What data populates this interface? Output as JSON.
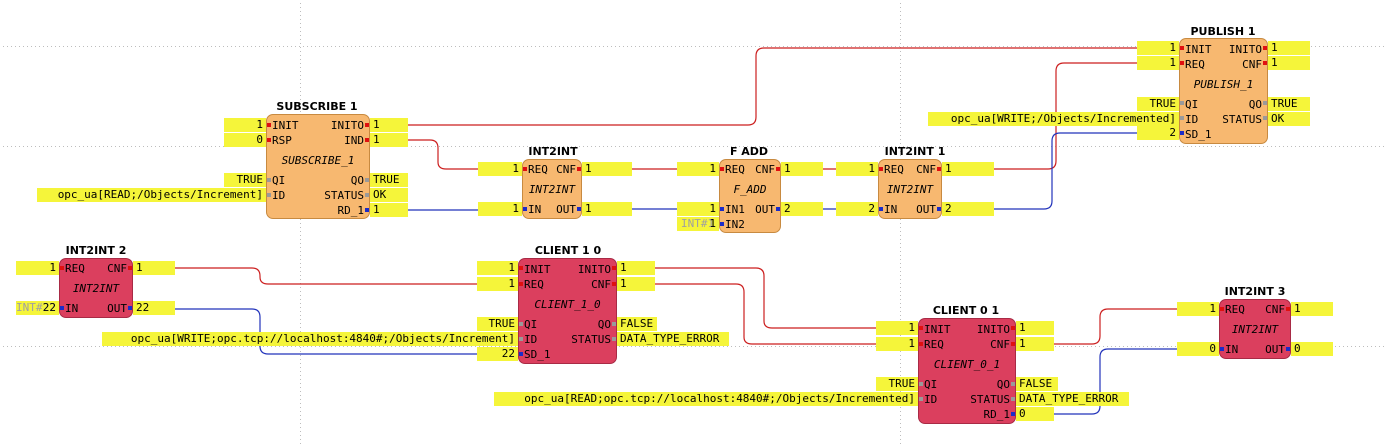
{
  "blocks": {
    "publish1": {
      "title": "PUBLISH 1",
      "type": "PUBLISH_1",
      "pins": {
        "init": "INIT",
        "inito": "INITO",
        "req": "REQ",
        "cnf": "CNF",
        "qi": "QI",
        "qo": "QO",
        "id": "ID",
        "status": "STATUS",
        "sd1": "SD_1"
      },
      "values": {
        "init_in": "1",
        "req_in": "1",
        "inito_out": "1",
        "cnf_out": "1",
        "qi_in": "TRUE",
        "id_in": "opc_ua[WRITE;/Objects/Incremented]",
        "sd1_in": "2",
        "qo_out": "TRUE",
        "status_out": "OK"
      }
    },
    "subscribe1": {
      "title": "SUBSCRIBE 1",
      "type": "SUBSCRIBE_1",
      "pins": {
        "init": "INIT",
        "inito": "INITO",
        "rsp": "RSP",
        "ind": "IND",
        "qi": "QI",
        "qo": "QO",
        "id": "ID",
        "status": "STATUS",
        "rd1": "RD_1"
      },
      "values": {
        "init_in": "1",
        "rsp_in": "0",
        "inito_out": "1",
        "ind_out": "1",
        "qi_in": "TRUE",
        "id_in": "opc_ua[READ;/Objects/Increment]",
        "qo_out": "TRUE",
        "status_out": "OK",
        "rd1_out": "1"
      }
    },
    "int2int_a": {
      "title": "INT2INT",
      "type": "INT2INT",
      "pins": {
        "req": "REQ",
        "cnf": "CNF",
        "in": "IN",
        "out": "OUT"
      },
      "values": {
        "req_in": "1",
        "in_in": "1",
        "cnf_out": "1",
        "out_out": "1"
      }
    },
    "fadd": {
      "title": "F ADD",
      "type": "F_ADD",
      "pins": {
        "req": "REQ",
        "cnf": "CNF",
        "in1": "IN1",
        "in2": "IN2",
        "out": "OUT"
      },
      "values": {
        "req_in": "1",
        "in1_in": "1",
        "in2_in": "1",
        "in2_ghost": "INT#1",
        "cnf_out": "1",
        "out_out": "2"
      }
    },
    "int2int1": {
      "title": "INT2INT 1",
      "type": "INT2INT",
      "pins": {
        "req": "REQ",
        "cnf": "CNF",
        "in": "IN",
        "out": "OUT"
      },
      "values": {
        "req_in": "1",
        "in_in": "2",
        "cnf_out": "1",
        "out_out": "2"
      }
    },
    "int2int2": {
      "title": "INT2INT 2",
      "type": "INT2INT",
      "pins": {
        "req": "REQ",
        "cnf": "CNF",
        "in": "IN",
        "out": "OUT"
      },
      "values": {
        "req_in": "1",
        "in_in": "22",
        "in_ghost": "INT#22",
        "cnf_out": "1",
        "out_out": "22"
      }
    },
    "client10": {
      "title": "CLIENT 1 0",
      "type": "CLIENT_1_0",
      "pins": {
        "init": "INIT",
        "inito": "INITO",
        "req": "REQ",
        "cnf": "CNF",
        "qi": "QI",
        "qo": "QO",
        "id": "ID",
        "status": "STATUS",
        "sd1": "SD_1"
      },
      "values": {
        "init_in": "1",
        "req_in": "1",
        "inito_out": "1",
        "cnf_out": "1",
        "qi_in": "TRUE",
        "id_in": "opc_ua[WRITE;opc.tcp://localhost:4840#;/Objects/Increment]",
        "sd1_in": "22",
        "qo_out": "FALSE",
        "status_out": "DATA_TYPE_ERROR"
      }
    },
    "client01": {
      "title": "CLIENT 0 1",
      "type": "CLIENT_0_1",
      "pins": {
        "init": "INIT",
        "inito": "INITO",
        "req": "REQ",
        "cnf": "CNF",
        "qi": "QI",
        "qo": "QO",
        "id": "ID",
        "status": "STATUS",
        "rd1": "RD_1"
      },
      "values": {
        "init_in": "1",
        "req_in": "1",
        "inito_out": "1",
        "cnf_out": "1",
        "qi_in": "TRUE",
        "id_in": "opc_ua[READ;opc.tcp://localhost:4840#;/Objects/Incremented]",
        "qo_out": "FALSE",
        "status_out": "DATA_TYPE_ERROR",
        "rd1_out": "0"
      }
    },
    "int2int3": {
      "title": "INT2INT 3",
      "type": "INT2INT",
      "pins": {
        "req": "REQ",
        "cnf": "CNF",
        "in": "IN",
        "out": "OUT"
      },
      "values": {
        "req_in": "1",
        "in_in": "0",
        "cnf_out": "1",
        "out_out": "0"
      }
    }
  },
  "colors": {
    "orange_block": "#f7b870",
    "red_block": "#db3f5e",
    "event_wire": "#cc1f1f",
    "data_wire": "#2233bb",
    "watch_value": "#f5f53a"
  }
}
